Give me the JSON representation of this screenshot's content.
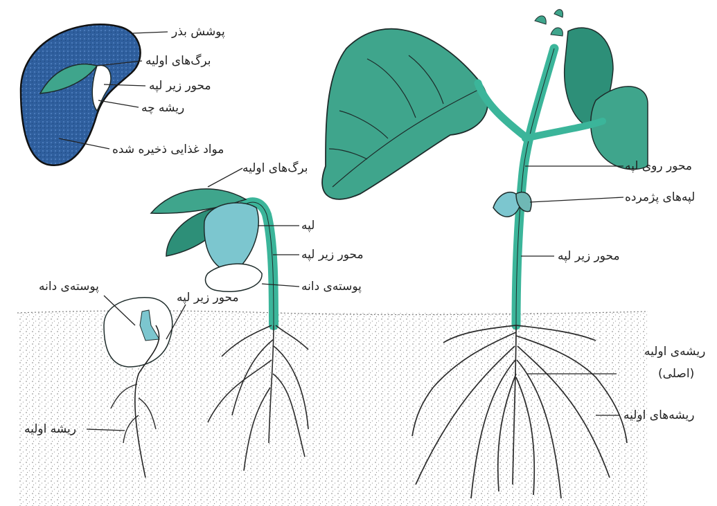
{
  "colors": {
    "leaf": "#3fa58c",
    "leaf_dark": "#2d8f78",
    "stem": "#3bb59a",
    "cotyledon": "#7cc6cf",
    "seed_fill": "#2f5f9e",
    "soil_dot": "#9a9a9a",
    "outline": "#1d2b2a",
    "root": "#ffffff"
  },
  "labels": {
    "seed_coat": "پوشش بذر",
    "seed_first_leaves": "برگ‌های اولیه",
    "seed_hypocotyl": "محور زیر لپه",
    "radicle": "ریشه چه",
    "stored_food": "مواد غذایی ذخیره شده",
    "s2_first_leaves": "برگ‌های اولیه",
    "s2_cotyledon": "لپه",
    "s2_hypocotyl": "محور زیر لپه",
    "s2_seed_coat": "پوسته‌ی دانه",
    "s1_seed_coat": "پوسته‌ی دانه",
    "s1_hypocotyl": "محور زیر لپه",
    "s1_primary_root": "ریشه اولیه",
    "s3_epicotyl": "محور روی لپه",
    "s3_withered_cotyledons": "لپه‌های پژمرده",
    "s3_hypocotyl": "محور زیر لپه",
    "s3_primary_root_line1": "ریشه‌ی اولیه",
    "s3_primary_root_line2": "(اصلی)",
    "s3_primary_roots": "ریشه‌های اولیه"
  }
}
